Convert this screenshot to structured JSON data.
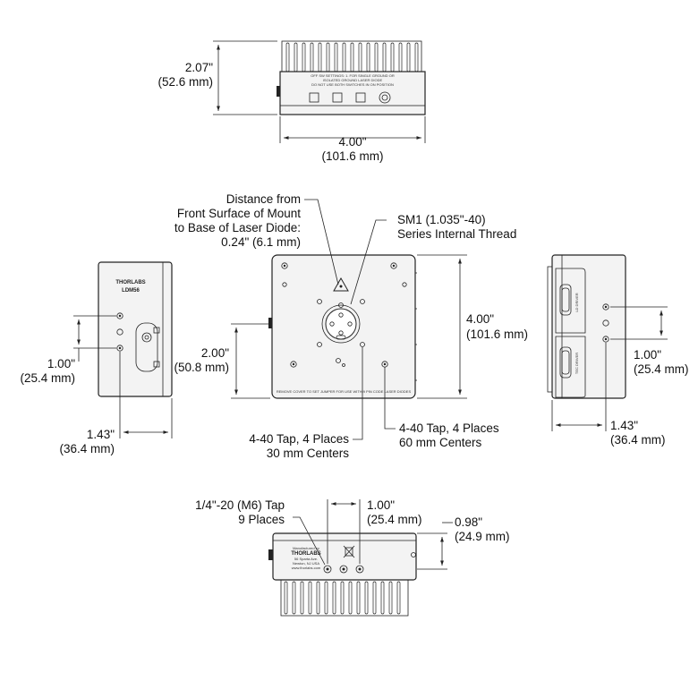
{
  "top_view": {
    "height_in": "2.07\"",
    "height_mm": "(52.6 mm)",
    "width_in": "4.00\"",
    "width_mm": "(101.6 mm)",
    "panel_text_line1": "OFF SW SETTINGS: 1. FOR SINGLE GROUND OR",
    "panel_text_line2": "ISOLATED GROUND LASER DIODE",
    "panel_text_line3": "DO NOT USE BOTH SWITCHES IN ON POSITION"
  },
  "front_view": {
    "note_distance_l1": "Distance from",
    "note_distance_l2": "Front Surface of Mount",
    "note_distance_l3": "to Base of Laser Diode:",
    "note_distance_l4": "0.24\" (6.1 mm)",
    "note_thread_l1": "SM1 (1.035\"-40)",
    "note_thread_l2": "Series Internal Thread",
    "height_in": "4.00\"",
    "height_mm": "(101.6 mm)",
    "center_in": "2.00\"",
    "center_mm": "(50.8 mm)",
    "tap30_l1": "4-40 Tap, 4 Places",
    "tap30_l2": "30 mm Centers",
    "tap60_l1": "4-40 Tap, 4 Places",
    "tap60_l2": "60 mm Centers",
    "bottom_text": "REMOVE COVER TO SET JUMPER FOR USE WITH 9 PIN CODE LASER DIODES"
  },
  "left_view": {
    "brand": "THORLABS",
    "model": "LDM56",
    "spacing_in": "1.00\"",
    "spacing_mm": "(25.4 mm)",
    "depth_in": "1.43\"",
    "depth_mm": "(36.4 mm)"
  },
  "right_view": {
    "connector1": "LD DRIVER",
    "connector2": "TEC DRIVER",
    "spacing_in": "1.00\"",
    "spacing_mm": "(25.4 mm)",
    "depth_in": "1.43\"",
    "depth_mm": "(36.4 mm)"
  },
  "bottom_view": {
    "tap_l1": "1/4\"-20 (M6) Tap",
    "tap_l2": "9 Places",
    "spacing_in": "1.00\"",
    "spacing_mm": "(25.4 mm)",
    "offset_in": "0.98\"",
    "offset_mm": "(24.9 mm)",
    "mfg_l1": "Manufactured by",
    "mfg_l2": "THORLABS",
    "mfg_l3": "56 Sparta Ave.",
    "mfg_l4": "Newton, NJ USA",
    "mfg_l5": "www.thorlabs.com"
  }
}
